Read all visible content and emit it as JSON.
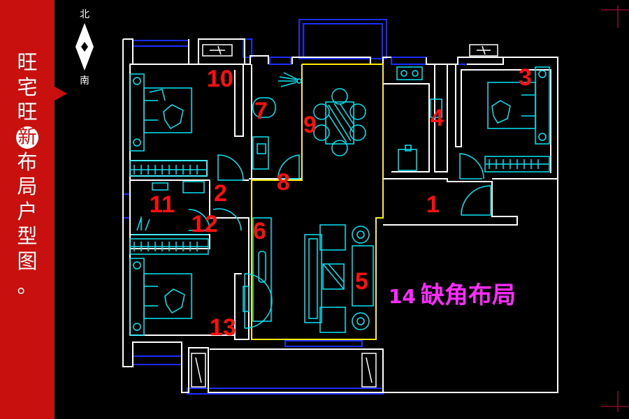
{
  "sidebar": {
    "chars": [
      "旺",
      "宅",
      "旺",
      "新",
      "布",
      "局",
      "户",
      "型",
      "图",
      "。"
    ],
    "highlight_index": 3,
    "color": "#c8100f"
  },
  "compass": {
    "north": "北",
    "south": "南"
  },
  "rooms": [
    {
      "id": "1",
      "label": "1"
    },
    {
      "id": "2",
      "label": "2"
    },
    {
      "id": "3",
      "label": "3"
    },
    {
      "id": "4",
      "label": "4"
    },
    {
      "id": "5",
      "label": "5"
    },
    {
      "id": "6",
      "label": "6"
    },
    {
      "id": "7",
      "label": "7"
    },
    {
      "id": "8",
      "label": "8"
    },
    {
      "id": "9",
      "label": "9"
    },
    {
      "id": "10",
      "label": "10"
    },
    {
      "id": "11",
      "label": "11"
    },
    {
      "id": "12",
      "label": "12"
    },
    {
      "id": "13",
      "label": "13"
    }
  ],
  "annotation": {
    "number": "14",
    "text": "缺角布局"
  },
  "colors": {
    "wall": "#ffffff",
    "window": "#1a2cff",
    "furniture": "#00e5f5",
    "zone": "#ffee00",
    "room_number": "#ff1010",
    "annotation": "#ff2bff",
    "background": "#000000"
  }
}
